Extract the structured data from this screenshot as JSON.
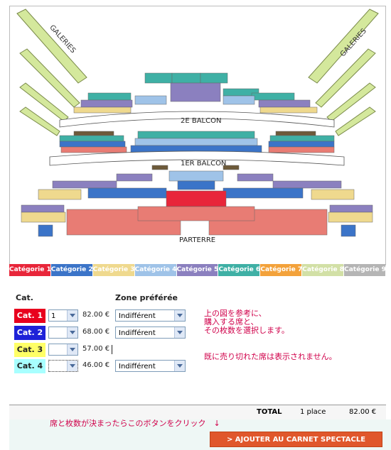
{
  "map": {
    "galeries_left": "GALERIES",
    "galeries_right": "GALERIES",
    "balcon2": "2E BALCON",
    "balcon1": "1ER BALCON",
    "parterre": "PARTERRE"
  },
  "legend": [
    {
      "label": "Catégorie 1",
      "color": "#e8263a"
    },
    {
      "label": "Catégorie 2",
      "color": "#3b74c8"
    },
    {
      "label": "Catégorie 3",
      "color": "#efd98e"
    },
    {
      "label": "Catégorie 4",
      "color": "#9fc3e8"
    },
    {
      "label": "Catégorie 5",
      "color": "#8b80bf"
    },
    {
      "label": "Catégorie 6",
      "color": "#3fb0a5"
    },
    {
      "label": "Catégorie 7",
      "color": "#f3a23b"
    },
    {
      "label": "Catégorie 8",
      "color": "#d2e0a6"
    },
    {
      "label": "Catégorie 9",
      "color": "#b5b5b5"
    }
  ],
  "form": {
    "col_cat": "Cat.",
    "col_zone": "Zone préférée",
    "rows": [
      {
        "cat": "Cat. 1",
        "qty": "1",
        "price": "82.00 €",
        "zone": "Indifférent",
        "bg": "#e8001e",
        "fg": "#ffffff"
      },
      {
        "cat": "Cat. 2",
        "qty": "",
        "price": "68.00 €",
        "zone": "Indifférent",
        "bg": "#1e22d8",
        "fg": "#ffffff"
      },
      {
        "cat": "Cat. 3",
        "qty": "",
        "price": "57.00 €",
        "zone": "",
        "bg": "#ffff66",
        "fg": "#222222"
      },
      {
        "cat": "Cat. 4",
        "qty": "",
        "price": "46.00 €",
        "zone": "Indifférent",
        "bg": "#a8ffff",
        "fg": "#222222"
      }
    ]
  },
  "notes": {
    "line1": "上の図を参考に、",
    "line2": "購入する席と、",
    "line3": "その枚数を選択します。",
    "line4": "既に売り切れた席は表示されません。",
    "bottom": "席と枚数が決まったらこのボタンをクリック　↓"
  },
  "total": {
    "label": "TOTAL",
    "places": "1 place",
    "amount": "82.00 €"
  },
  "submit_label": "> AJOUTER AU CARNET SPECTACLE"
}
